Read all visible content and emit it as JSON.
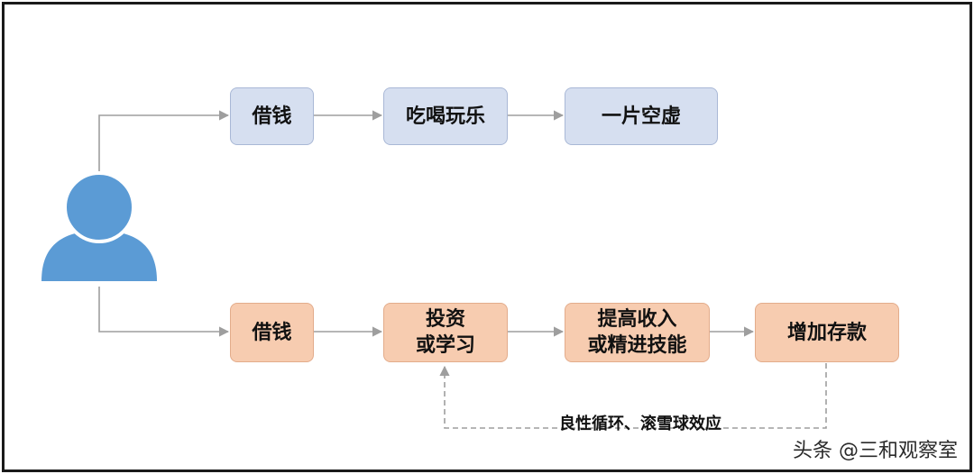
{
  "top_row": {
    "boxes": [
      "借钱",
      "吃喝玩乐",
      "一片空虚"
    ]
  },
  "bottom_row": {
    "boxes": [
      "借钱",
      "投资\n或学习",
      "提高收入\n或精进技能",
      "增加存款"
    ]
  },
  "loop_label": "良性循环、滚雪球效应",
  "watermark": "头条 @三和观察室",
  "colors": {
    "person": "#5b9bd5",
    "top_box_fill": "#d6dff0",
    "bottom_box_fill": "#f7ccb0",
    "arrow": "#9e9e9e"
  },
  "icons": [
    "person-icon"
  ]
}
